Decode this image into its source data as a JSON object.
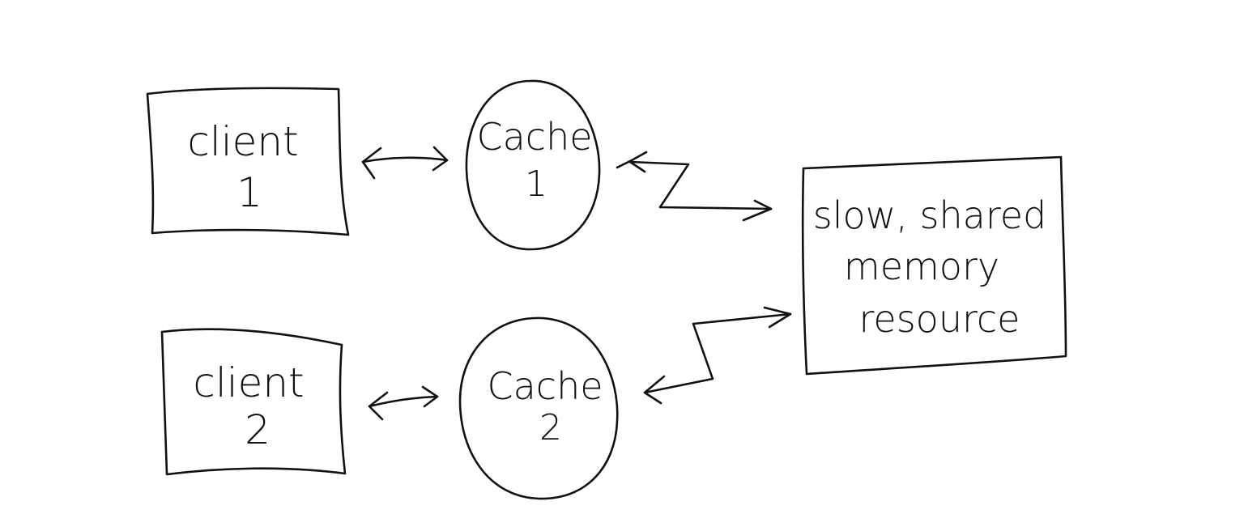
{
  "nodes": {
    "client1": {
      "line1": "client",
      "line2": "1"
    },
    "client2": {
      "line1": "client",
      "line2": "2"
    },
    "cache1": {
      "line1": "Cache",
      "line2": "1"
    },
    "cache2": {
      "line1": "Cache",
      "line2": "2"
    },
    "resource": {
      "line1": "slow, shared",
      "line2": "memory",
      "line3": "resource"
    }
  },
  "colors": {
    "ink": "#111111",
    "background": "#ffffff"
  }
}
